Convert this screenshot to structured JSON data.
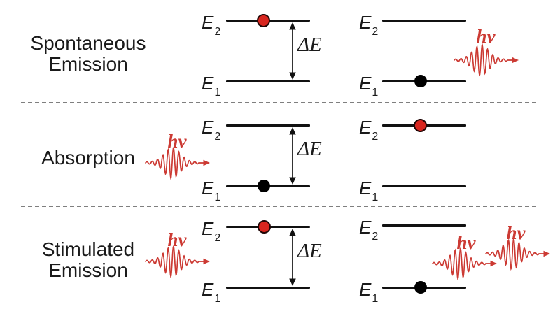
{
  "figure": {
    "colors": {
      "excited_electron": "#d8261f",
      "excited_electron_outline": "#200505",
      "ground_electron": "#000000",
      "photon": "#cc3a33",
      "level_line": "#111111",
      "divider": "#7f7f7f",
      "text": "#1a1a1a"
    },
    "labels": {
      "upper_level": {
        "main": "E",
        "sub": "2"
      },
      "lower_level": {
        "main": "E",
        "sub": "1"
      },
      "energy_gap": "ΔE",
      "photon": "hν"
    },
    "rows": [
      {
        "title_lines": [
          "Spontaneous",
          "Emission"
        ]
      },
      {
        "title_lines": [
          "Absorption"
        ]
      },
      {
        "title_lines": [
          "Stimulated",
          "Emission"
        ]
      }
    ]
  }
}
